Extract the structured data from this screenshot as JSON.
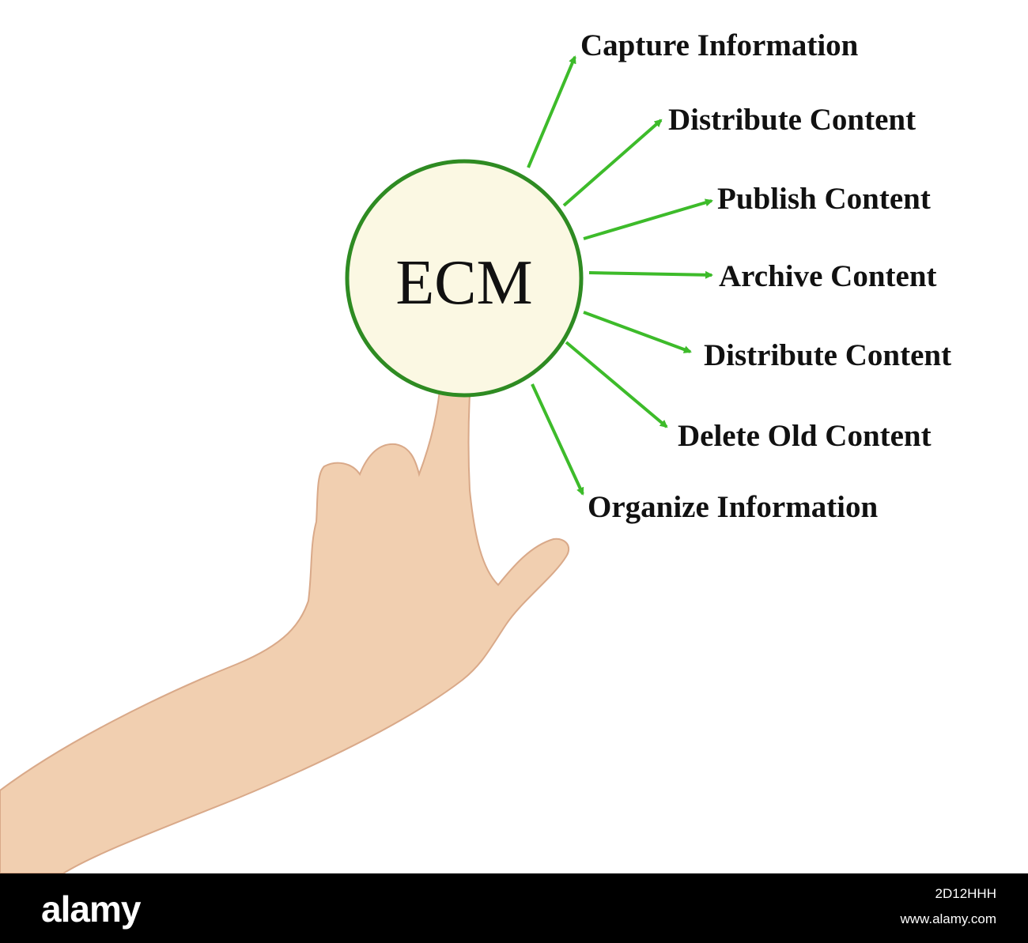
{
  "diagram": {
    "center_label": "ECM",
    "branches": [
      "Capture Information",
      "Distribute Content",
      "Publish Content",
      "Archive Content",
      "Distribute Content",
      "Delete Old Content",
      "Organize Information"
    ]
  },
  "footer": {
    "logo": "alamy",
    "image_id": "2D12HHH",
    "url": "www.alamy.com"
  },
  "colors": {
    "arrow": "#3dbb2a",
    "circle_stroke": "#2e8b22",
    "circle_fill": "#fbf8e3",
    "footer_bg": "#000000"
  }
}
